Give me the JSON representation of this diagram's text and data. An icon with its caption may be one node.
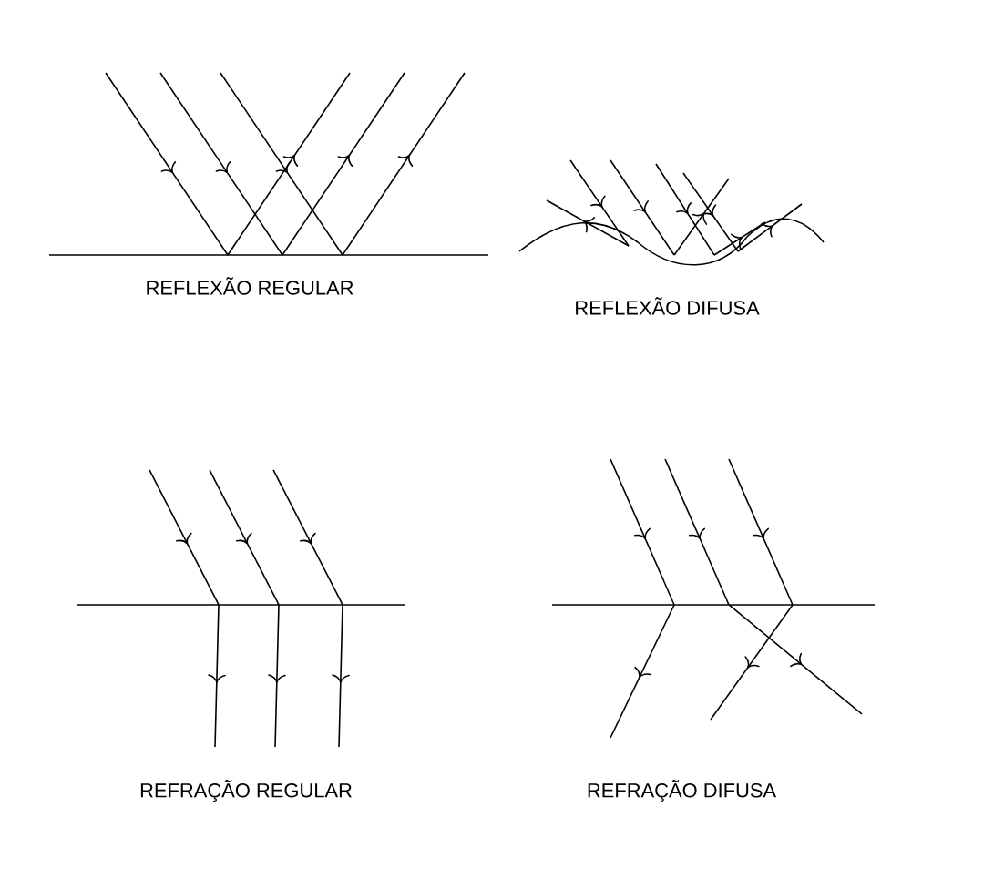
{
  "diagram": {
    "labels": [
      "REFLEXÃO REGULAR",
      "REFLEXÃO DIFUSA",
      "REFRAÇÃO REGULAR",
      "REFRAÇÃO DIFUSA"
    ]
  }
}
